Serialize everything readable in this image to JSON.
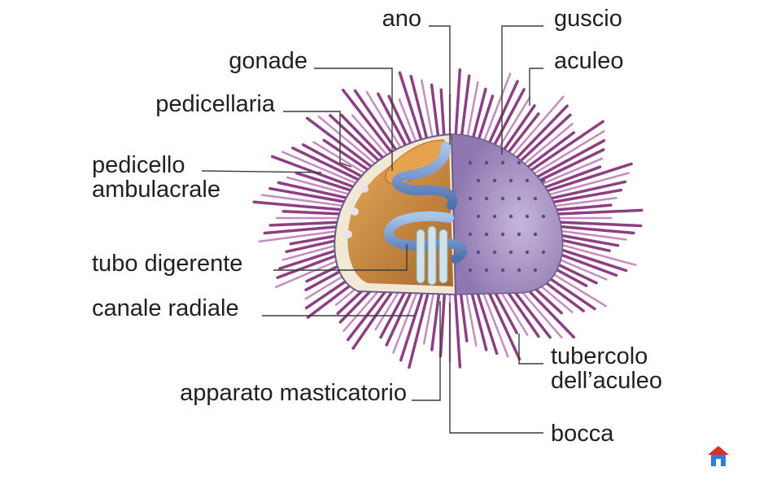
{
  "labels": {
    "ano": "ano",
    "guscio": "guscio",
    "gonade": "gonade",
    "aculeo": "aculeo",
    "pedicellaria": "pedicellaria",
    "pedicello_line1": "pedicello",
    "pedicello_line2": "ambulacrale",
    "tubo_digerente": "tubo digerente",
    "canale_radiale": "canale radiale",
    "tubercolo_line1": "tubercolo",
    "tubercolo_line2": "dell’aculeo",
    "apparato_masticatorio": "apparato masticatorio",
    "bocca": "bocca"
  },
  "colors": {
    "spine": "#8e3f83",
    "spine_light": "#c58cbd",
    "shell_plate": "#a792c4",
    "interior": "#c98a3c",
    "gut": "#5a7fbf",
    "gonad": "#e2a24c",
    "home_roof": "#d93025",
    "home_body": "#2f7de1"
  },
  "icons": {
    "home": "home-icon"
  }
}
